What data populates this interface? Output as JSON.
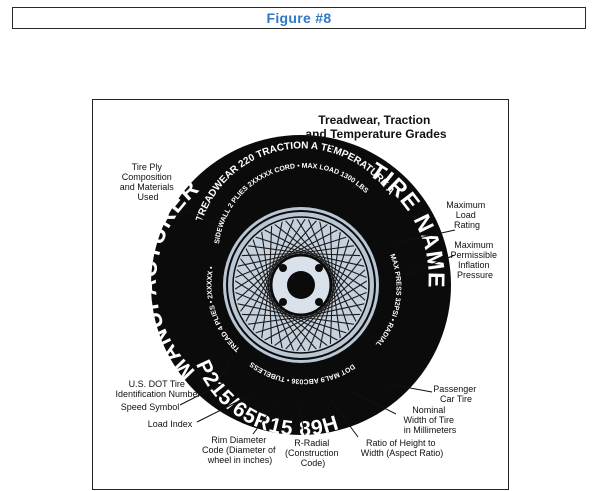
{
  "figure": {
    "title": "Figure #8"
  },
  "tire": {
    "manufacturer": "MANUFACTURER",
    "tire_name": "TIRE NAME",
    "top_grades": "TREADWEAR 220   TRACTION A   TEMPERATURE A",
    "inner_top": "SIDEWALL 2 PLIES 2XXXXX CORD • MAX LOAD 1300 LBS",
    "inner_left": "TREAD 4 PLIES • 2XXXXX •",
    "inner_right": "MAX PRESS 32PSI • RADIAL",
    "inner_bottom": "DOT MAL9 ABC036 • TUBELESS •",
    "size_code": "P215/65R15 89H"
  },
  "labels": {
    "treadwear": [
      "Treadwear, Traction",
      "and Temperature Grades"
    ],
    "ply": [
      "Tire Ply",
      "Composition",
      "and Materials",
      "Used"
    ],
    "max_load": [
      "Maximum",
      "Load",
      "Rating"
    ],
    "max_pressure": [
      "Maximum",
      "Permissible",
      "Inflation",
      "Pressure"
    ],
    "dot": [
      "U.S. DOT Tire",
      "Identification Number"
    ],
    "speed": [
      "Speed Symbol"
    ],
    "load_index": [
      "Load Index"
    ],
    "passenger": [
      "Passenger",
      "Car Tire"
    ],
    "nominal_width": [
      "Nominal",
      "Width of Tire",
      "in Millimeters"
    ],
    "rim": [
      "Rim Diameter",
      "Code (Diameter of",
      "wheel in inches)"
    ],
    "radial": [
      "R-Radial",
      "(Construction",
      "Code)"
    ],
    "aspect": [
      "Ratio of Height to",
      "Width (Aspect Ratio)"
    ]
  }
}
